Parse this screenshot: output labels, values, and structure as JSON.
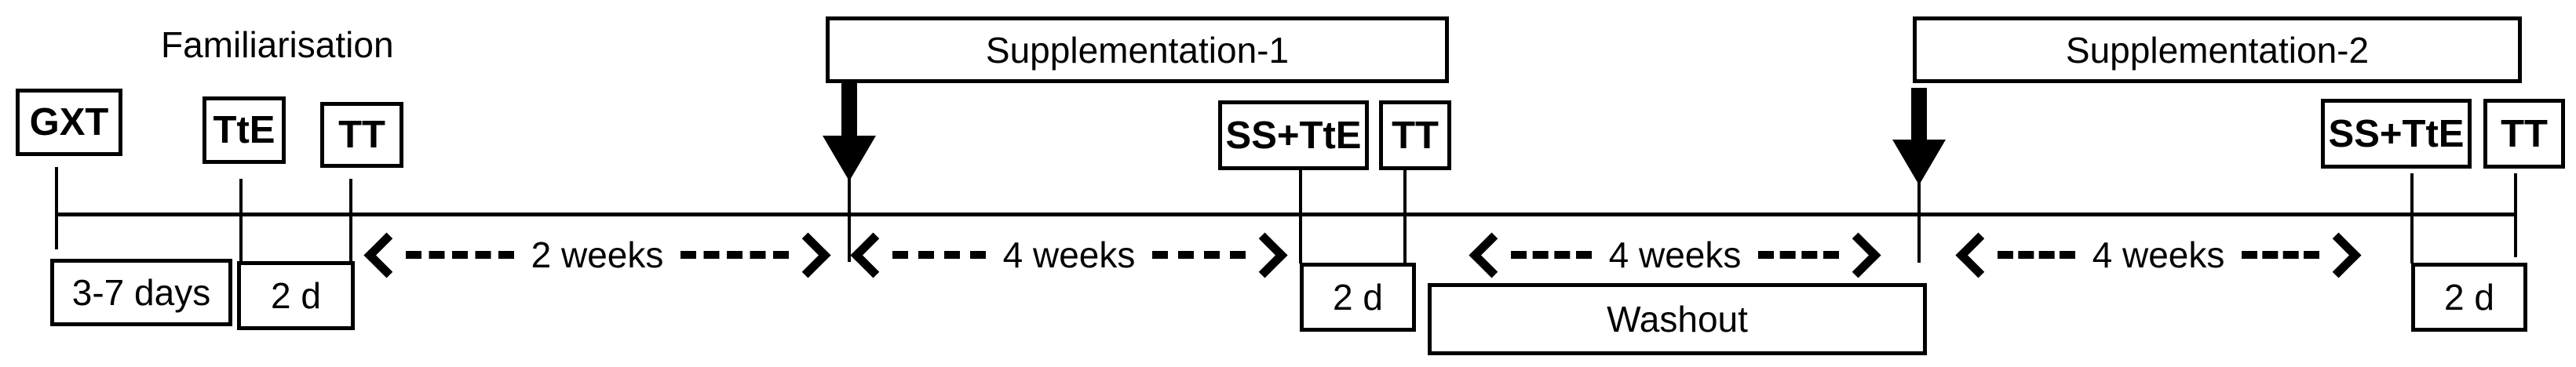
{
  "figure": {
    "type": "study-timeline-diagram",
    "background": "#ffffff",
    "line_color": "#000000"
  },
  "labels": {
    "familiarisation": "Familiarisation"
  },
  "phase_boxes": {
    "supplementation1": "Supplementation-1",
    "supplementation2": "Supplementation-2",
    "washout": "Washout"
  },
  "test_boxes": [
    {
      "label": "GXT"
    },
    {
      "label": "TtE"
    },
    {
      "label": "TT"
    },
    {
      "label": "SS+TtE"
    },
    {
      "label": "TT"
    },
    {
      "label": "SS+TtE"
    },
    {
      "label": "TT"
    }
  ],
  "duration_boxes": [
    {
      "label": "3-7 days"
    },
    {
      "label": "2 d"
    },
    {
      "label": "2 d"
    },
    {
      "label": "2 d"
    }
  ],
  "interval_arrows": [
    {
      "label": "2 weeks"
    },
    {
      "label": "4 weeks"
    },
    {
      "label": "4 weeks"
    },
    {
      "label": "4 weeks"
    }
  ]
}
